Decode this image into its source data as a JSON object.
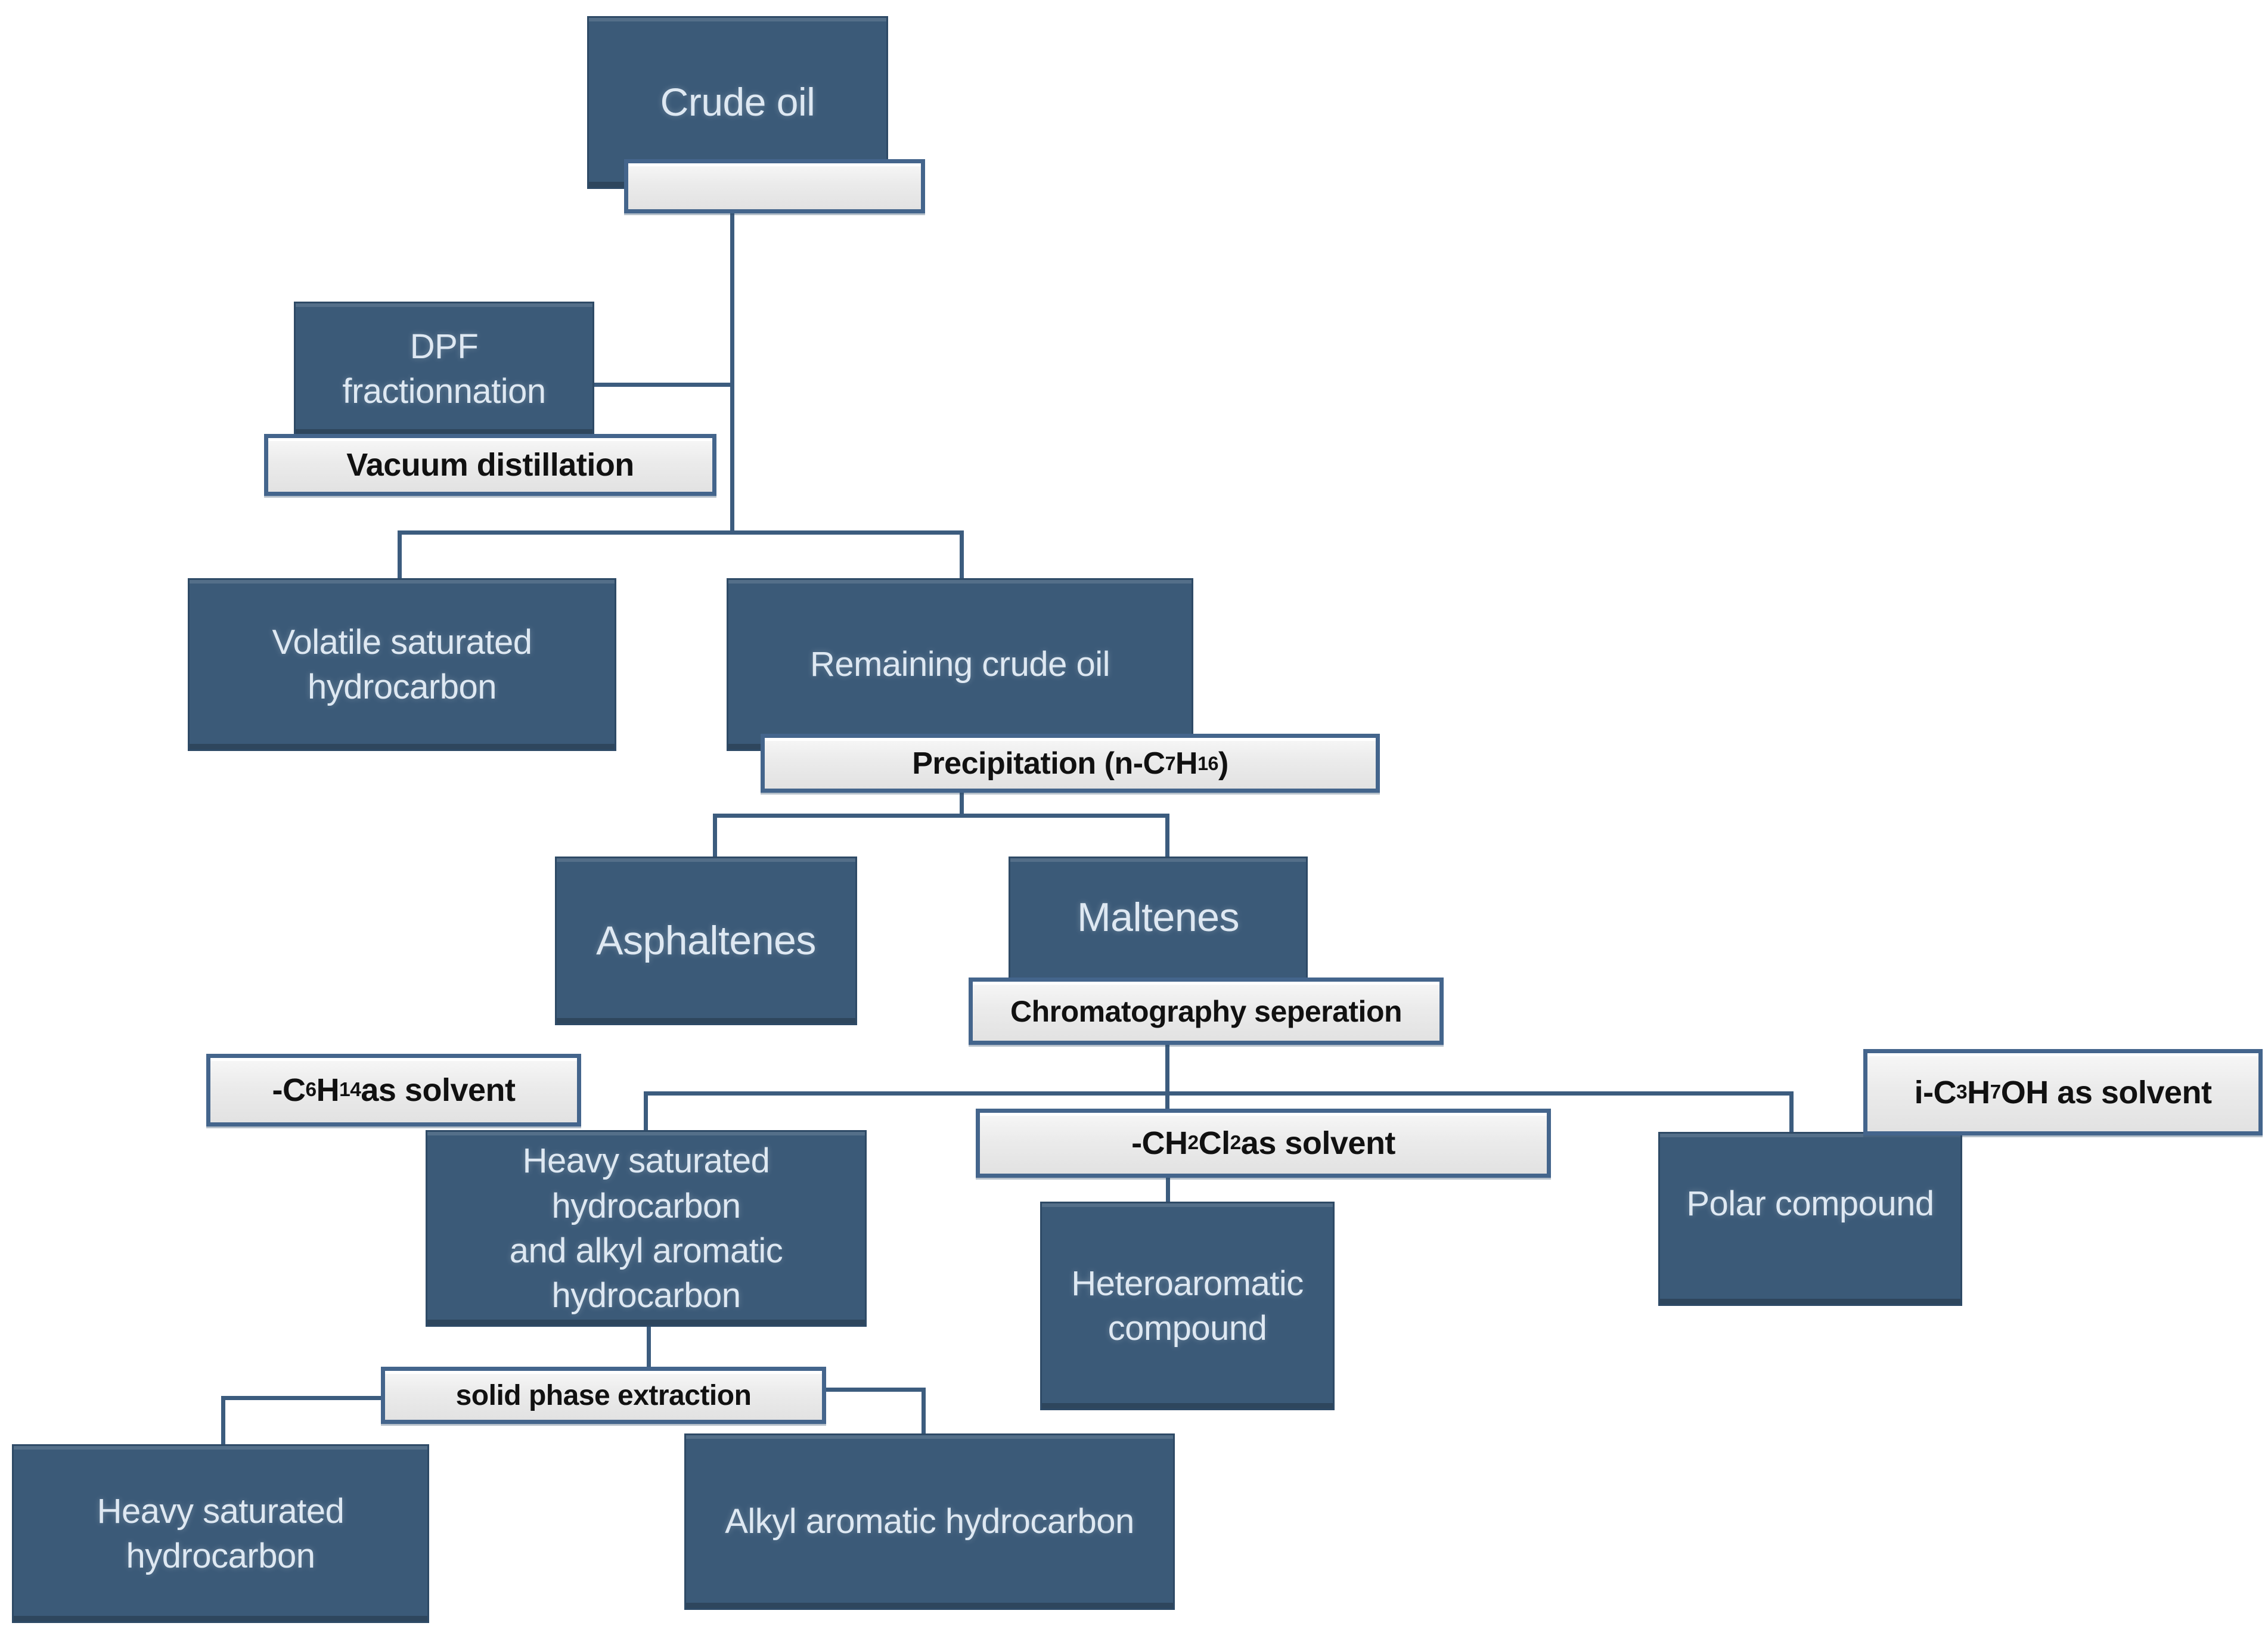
{
  "colors": {
    "box-dark": "#3B5A78",
    "box-dark-border": "#2E4A66",
    "box-dark-text": "#DEE8F2",
    "box-light-border": "#44658C",
    "box-light-text": "#111111",
    "connector": "#3C5C7E",
    "background": "#FFFFFF"
  },
  "nodes": {
    "crude_oil": {
      "label": "Crude oil"
    },
    "crude_oil_tag": {
      "label": ""
    },
    "dpf_fractionnation": {
      "label": "DPF fractionnation"
    },
    "vacuum_distillation": {
      "label": "Vacuum distillation"
    },
    "volatile_saturated": {
      "label": "Volatile saturated\nhydrocarbon"
    },
    "remaining_crude_oil": {
      "label": "Remaining crude oil"
    },
    "precipitation": {
      "segments": [
        {
          "t": "Precipitation (n-C"
        },
        {
          "t": "7",
          "sub": true
        },
        {
          "t": "H"
        },
        {
          "t": "16",
          "sub": true
        },
        {
          "t": ")"
        }
      ]
    },
    "asphaltenes": {
      "label": "Asphaltenes"
    },
    "maltenes": {
      "label": "Maltenes"
    },
    "chromatography_seperation": {
      "label": "Chromatography seperation"
    },
    "c6h14_solvent": {
      "segments": [
        {
          "t": "-C"
        },
        {
          "t": "6",
          "sub": true
        },
        {
          "t": "H"
        },
        {
          "t": "14",
          "sub": true
        },
        {
          "t": " as solvent"
        }
      ]
    },
    "heavy_saturated_and_alkyl_aromatic": {
      "label": "Heavy saturated hydrocarbon\nand alkyl aromatic\nhydrocarbon"
    },
    "ch2cl2_solvent": {
      "segments": [
        {
          "t": "-CH"
        },
        {
          "t": "2",
          "sub": true
        },
        {
          "t": "Cl"
        },
        {
          "t": "2",
          "sub": true
        },
        {
          "t": " as solvent"
        }
      ]
    },
    "heteroaromatic_compound": {
      "label": "Heteroaromatic\ncompound"
    },
    "ic3h7oh_solvent": {
      "segments": [
        {
          "t": "i-C"
        },
        {
          "t": "3",
          "sub": true
        },
        {
          "t": "H"
        },
        {
          "t": "7",
          "sub": true
        },
        {
          "t": "OH as solvent"
        }
      ]
    },
    "polar_compound": {
      "label": "Polar compound"
    },
    "solid_phase_extraction": {
      "label": "solid phase extraction"
    },
    "heavy_saturated_hydrocarbon": {
      "label": "Heavy saturated\nhydrocarbon"
    },
    "alkyl_aromatic_hydrocarbon": {
      "label": "Alkyl aromatic hydrocarbon"
    }
  }
}
